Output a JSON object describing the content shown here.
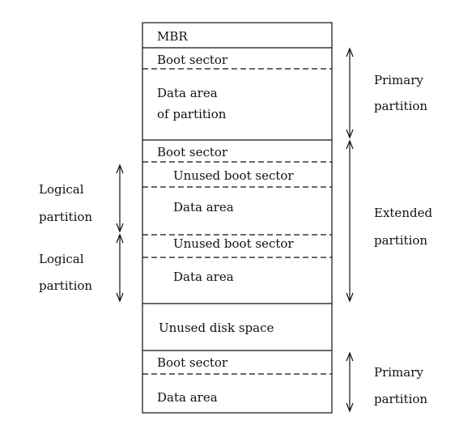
{
  "cells": [
    {
      "id": "mbr",
      "lines": [
        "MBR"
      ]
    },
    {
      "id": "boot-sector-1",
      "lines": [
        "Boot sector"
      ]
    },
    {
      "id": "data-area-partition",
      "lines": [
        "Data area",
        "of partition"
      ]
    },
    {
      "id": "boot-sector-2",
      "lines": [
        "Boot sector"
      ]
    },
    {
      "id": "unused-boot-sector-1",
      "lines": [
        "Unused boot sector"
      ]
    },
    {
      "id": "data-area-1",
      "lines": [
        "Data area"
      ]
    },
    {
      "id": "unused-boot-sector-2",
      "lines": [
        "Unused boot sector"
      ]
    },
    {
      "id": "data-area-2",
      "lines": [
        "Data area"
      ]
    },
    {
      "id": "unused-disk-space",
      "lines": [
        "Unused disk space"
      ]
    },
    {
      "id": "boot-sector-3",
      "lines": [
        "Boot sector"
      ]
    },
    {
      "id": "data-area-3",
      "lines": [
        "Data area"
      ]
    }
  ],
  "right_labels": [
    {
      "id": "primary-partition-1",
      "lines": [
        "Primary",
        "partition"
      ]
    },
    {
      "id": "extended-partition",
      "lines": [
        "Extended",
        "partition"
      ]
    },
    {
      "id": "primary-partition-2",
      "lines": [
        "Primary",
        "partition"
      ]
    }
  ],
  "left_labels": [
    {
      "id": "logical-partition-1",
      "lines": [
        "Logical",
        "partition"
      ]
    },
    {
      "id": "logical-partition-2",
      "lines": [
        "Logical",
        "partition"
      ]
    }
  ],
  "colors": {
    "line": "#111111",
    "background": "#ffffff"
  }
}
